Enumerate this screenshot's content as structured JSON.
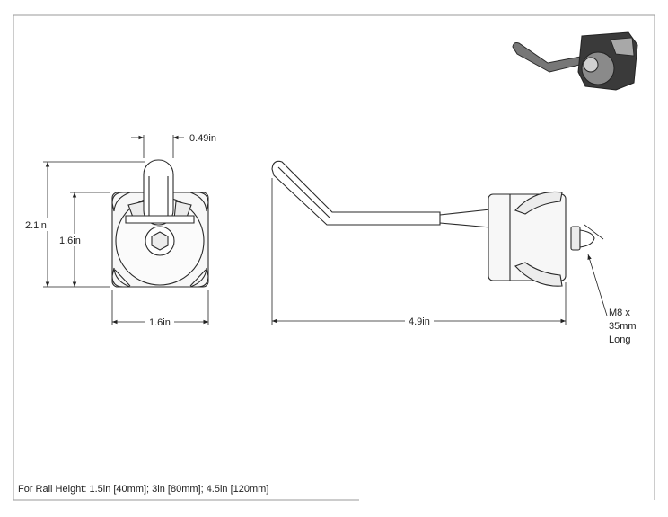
{
  "dimensions": {
    "thickness": "0.49in",
    "height_overall": "2.1in",
    "height_body": "1.6in",
    "width_body": "1.6in",
    "length": "4.9in"
  },
  "screw_note": [
    "M8 x",
    "35mm",
    "Long"
  ],
  "rail_note": "For Rail Height: 1.5in [40mm]; 3in [80mm]; 4.5in [120mm]",
  "colors": {
    "line": "#2a2a2a",
    "body_fill": "#f7f7f7",
    "frame": "#9a9a9a",
    "iso_dark": "#3a3a3a",
    "iso_light": "#a8a8a8"
  },
  "icons": {
    "iso_view": "hook-3d-isometric-icon"
  }
}
